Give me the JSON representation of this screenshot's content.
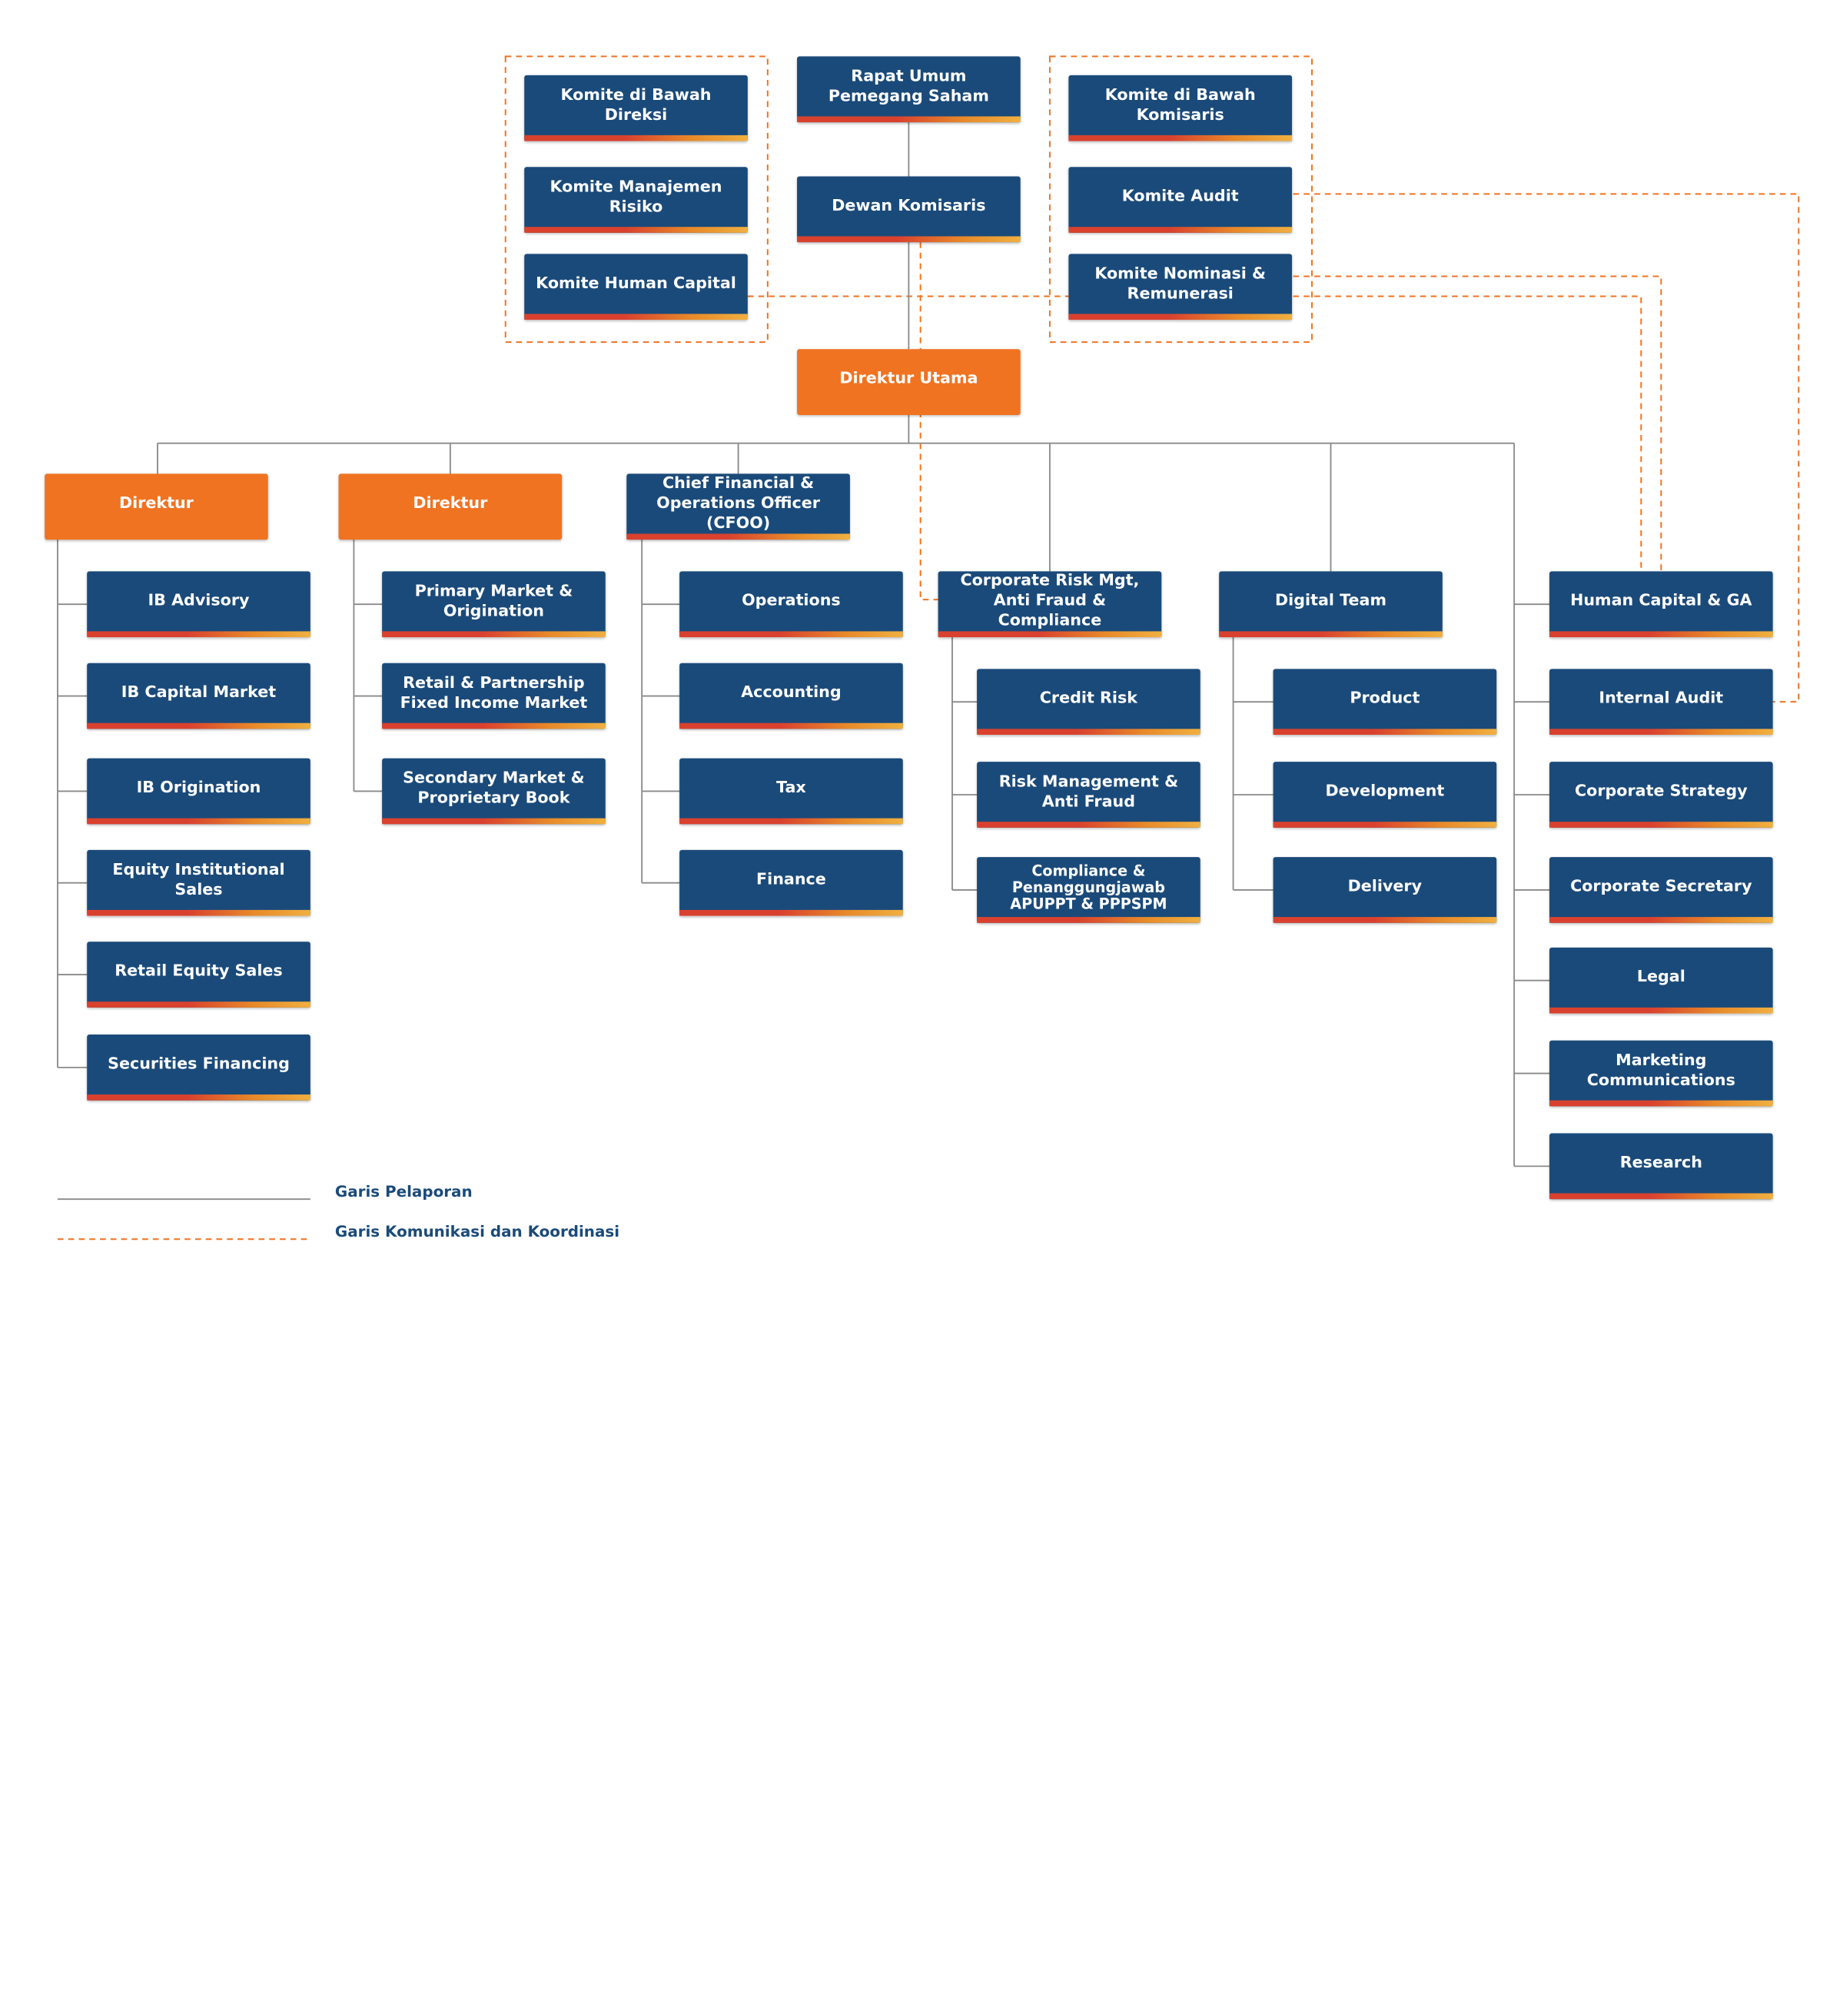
{
  "top": {
    "rups": "Rapat Umum Pemegang Saham",
    "dewan_komisaris": "Dewan Komisaris",
    "direktur_utama": "Direktur Utama"
  },
  "committees_direksi": [
    "Komite di Bawah Direksi",
    "Komite Manajemen Risiko",
    "Komite Human Capital"
  ],
  "committees_komisaris": [
    "Komite di Bawah Komisaris",
    "Komite Audit",
    "Komite Nominasi & Remunerasi"
  ],
  "directors": {
    "direktur_1": {
      "title": "Direktur",
      "units": [
        "IB Advisory",
        "IB Capital Market",
        "IB Origination",
        "Equity Institutional Sales",
        "Retail Equity Sales",
        "Securities Financing"
      ]
    },
    "direktur_2": {
      "title": "Direktur",
      "units": [
        "Primary Market & Origination",
        "Retail & Partnership Fixed Income Market",
        "Secondary Market & Proprietary Book"
      ]
    },
    "cfoo": {
      "title": "Chief Financial & Operations Officer (CFOO)",
      "units": [
        "Operations",
        "Accounting",
        "Tax",
        "Finance"
      ]
    },
    "risk": {
      "title": "Corporate Risk Mgt, Anti Fraud & Compliance",
      "units": [
        "Credit Risk",
        "Risk Management & Anti Fraud",
        "Compliance & Penanggungjawab APUPPT & PPPSPM"
      ]
    },
    "digital": {
      "title": "Digital Team",
      "units": [
        "Product",
        "Development",
        "Delivery"
      ]
    },
    "support": {
      "units": [
        "Human Capital & GA",
        "Internal Audit",
        "Corporate Strategy",
        "Corporate Secretary",
        "Legal",
        "Marketing Communications",
        "Research"
      ]
    }
  },
  "legend": {
    "reporting_line": "Garis Pelaporan",
    "coordination_line": "Garis Komunikasi dan Koordinasi"
  },
  "colors": {
    "navy": "#1a4a7a",
    "orange": "#f07322",
    "line_gray": "#8a8a8a",
    "dashed_orange": "#f07322"
  }
}
